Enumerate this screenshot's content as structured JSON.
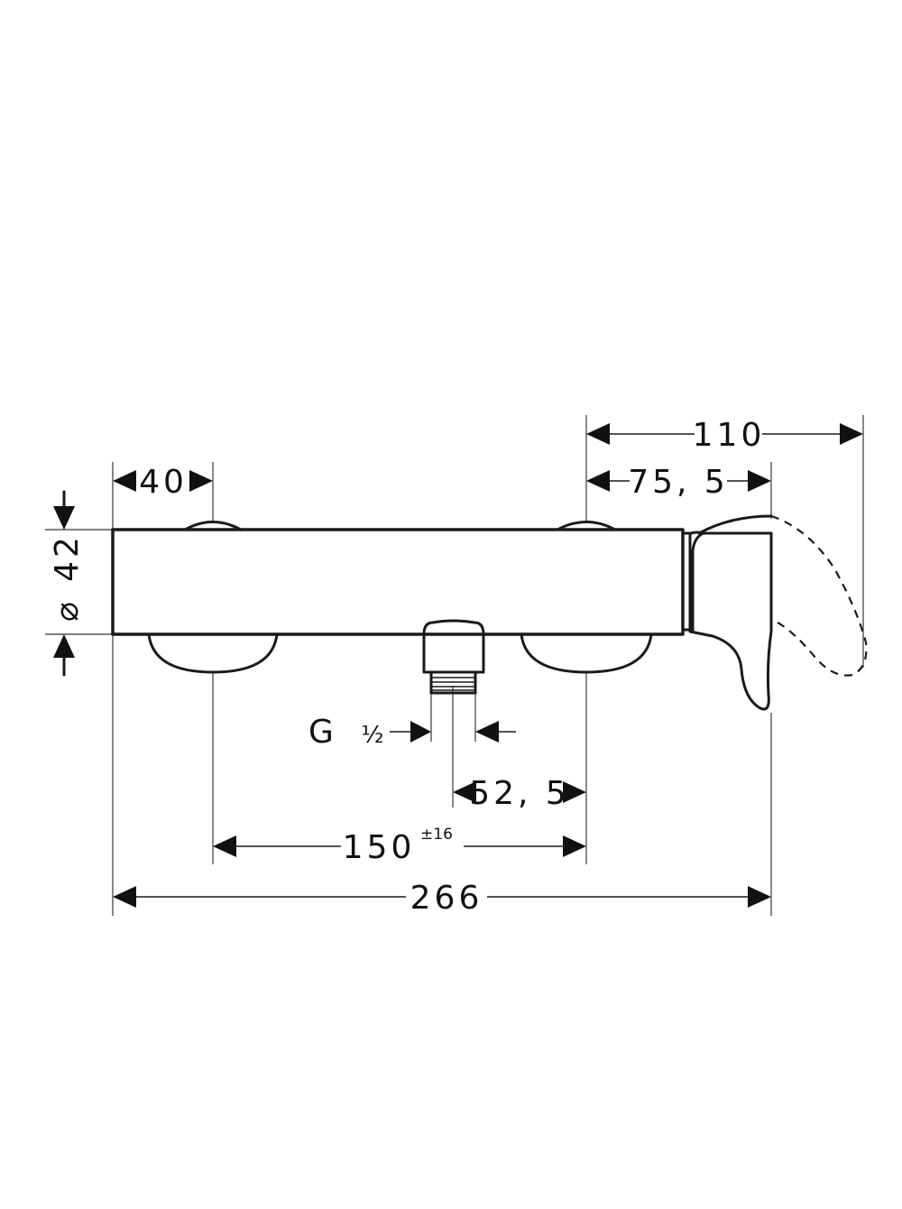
{
  "dimensions": {
    "width_40": "40",
    "height_42": "42",
    "diameter_symbol": "⌀",
    "spout_110": "110",
    "spout_75_5": "75, 5",
    "thread_label": "G",
    "thread_size": "½",
    "offset_52_5": "52, 5",
    "center_150": "150",
    "center_tolerance": "±16",
    "total_266": "266"
  }
}
